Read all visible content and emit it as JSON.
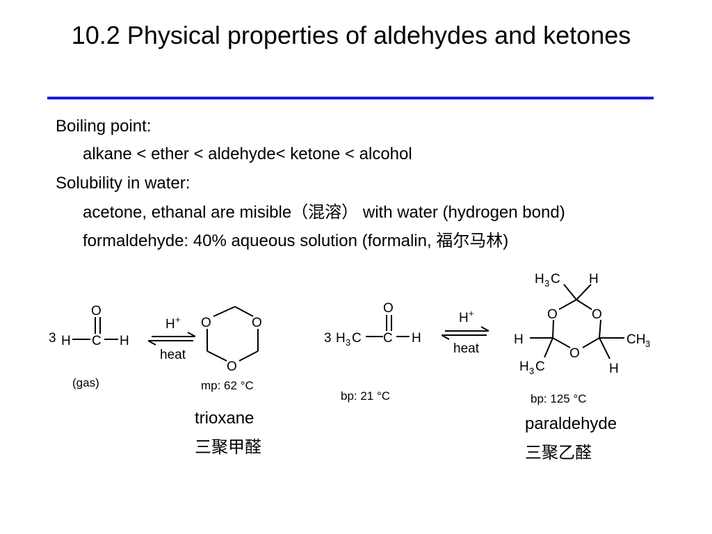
{
  "slide": {
    "title": "10.2  Physical properties of aldehydes and ketones",
    "accent_color": "#1a1adc"
  },
  "body": {
    "boiling_heading": "Boiling point:",
    "boiling_order": "alkane < ether < aldehyde< ketone < alcohol",
    "solubility_heading": "Solubility in water:",
    "solubility_line_prefix": "acetone, ethanal are misible",
    "solubility_line_cjk": "（混溶）",
    "solubility_line_suffix": " with water (hydrogen bond)",
    "formalin_prefix": "formaldehyde: 40% aqueous solution (formalin, ",
    "formalin_cjk": "福尔马林",
    "formalin_suffix": ")"
  },
  "scheme_left": {
    "coefficient": "3",
    "atom_O": "O",
    "atom_C": "C",
    "atom_H": "H",
    "state": "(gas)",
    "catalyst": "H",
    "catalyst_charge": "+",
    "condition": "heat",
    "product_O": "O",
    "product_mp": "mp: 62 °C",
    "product_name": "trioxane",
    "product_name_cn": "三聚甲醛"
  },
  "scheme_right": {
    "coefficient": "3",
    "atom_O": "O",
    "atom_C": "C",
    "atom_H": "H",
    "methyl_H": "H",
    "methyl_3": "3",
    "methyl_C": "C",
    "reactant_bp": "bp: 21 °C",
    "catalyst": "H",
    "catalyst_charge": "+",
    "condition": "heat",
    "product_O": "O",
    "product_H": "H",
    "product_CH": "CH",
    "product_3": "3",
    "product_bp": "bp: 125 °C",
    "product_name": "paraldehyde",
    "product_name_cn": "三聚乙醛"
  }
}
